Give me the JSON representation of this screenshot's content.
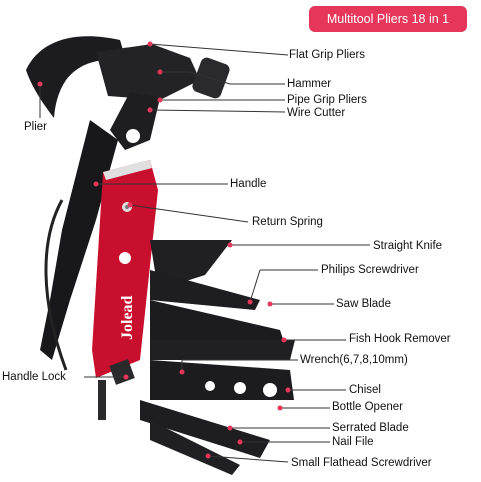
{
  "title": "Multitool Pliers 18 in 1",
  "brand": "Jolead",
  "labels": {
    "flat_grip_pliers": "Flat Grip Pliers",
    "hammer": "Hammer",
    "pipe_grip_pliers": "Pipe Grip Pliers",
    "wire_cutter": "Wire Cutter",
    "plier": "Plier",
    "handle": "Handle",
    "return_spring": "Return Spring",
    "straight_knife": "Straight Knife",
    "philips_screwdriver": "Philips Screwdriver",
    "saw_blade": "Saw Blade",
    "fish_hook_remover": "Fish Hook Remover",
    "handle_lock": "Handle Lock",
    "wrench": "Wrench(6,7,8,10mm)",
    "chisel": "Chisel",
    "bottle_opener": "Bottle Opener",
    "serrated_blade": "Serrated Blade",
    "nail_file": "Nail File",
    "small_flathead_screwdriver": "Small Flathead Screwdriver"
  },
  "colors": {
    "accent": "#e6365a",
    "handle_red": "#c8102e",
    "tool_black": "#1c1c1e"
  }
}
